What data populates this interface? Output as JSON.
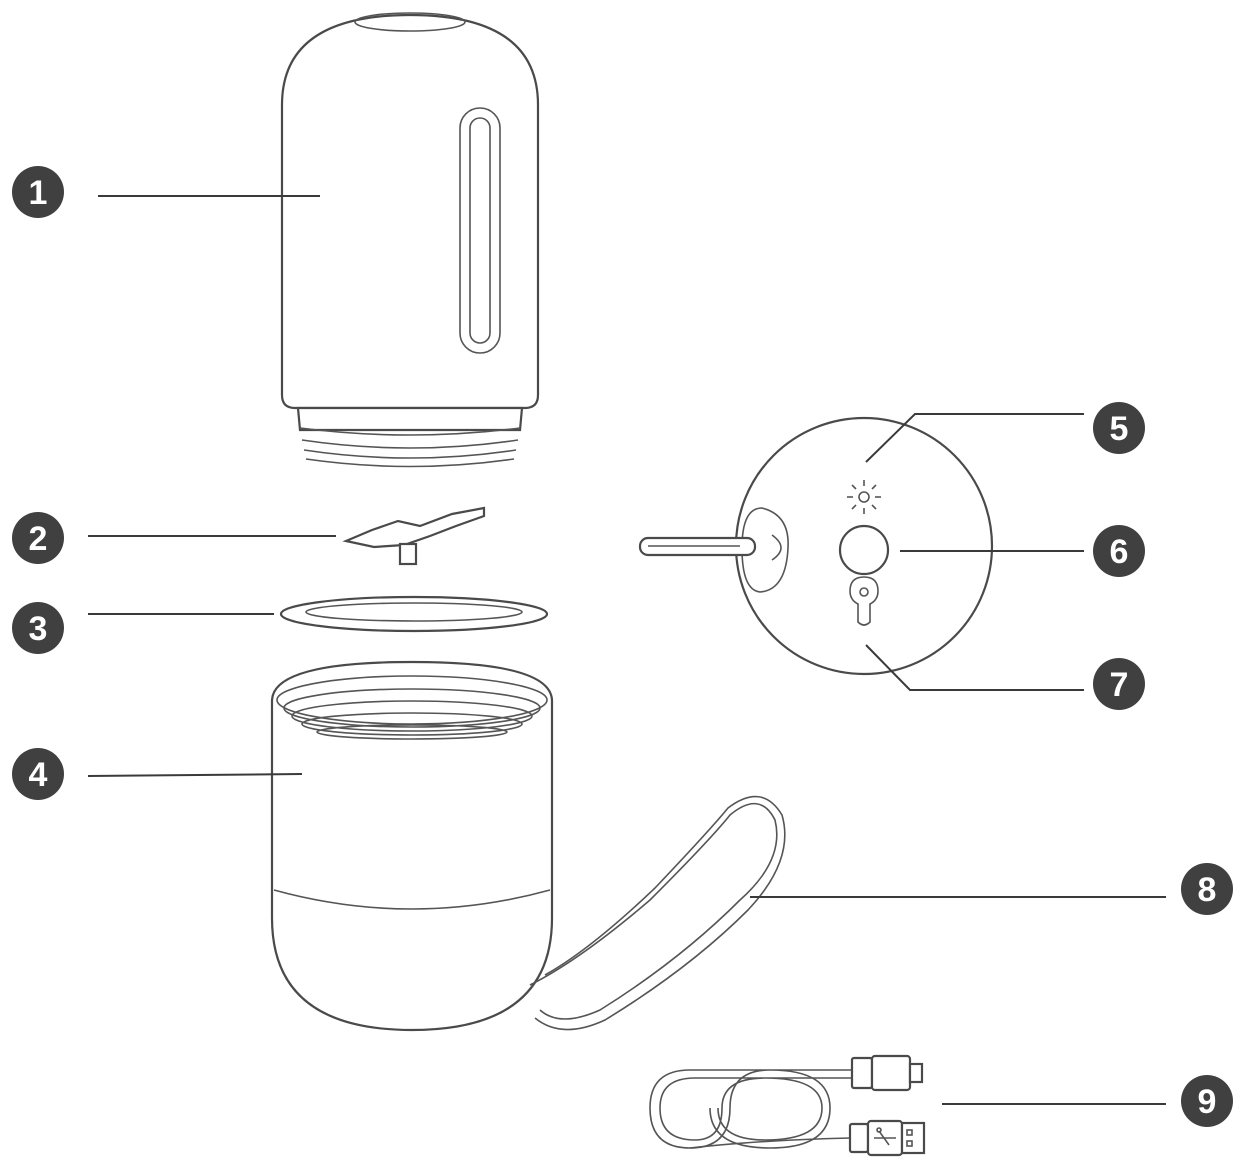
{
  "callouts": [
    {
      "id": "1",
      "label": "1",
      "part": "cup"
    },
    {
      "id": "2",
      "label": "2",
      "part": "blade"
    },
    {
      "id": "3",
      "label": "3",
      "part": "seal-ring"
    },
    {
      "id": "4",
      "label": "4",
      "part": "motor-base"
    },
    {
      "id": "5",
      "label": "5",
      "part": "indicator-light"
    },
    {
      "id": "6",
      "label": "6",
      "part": "power-button"
    },
    {
      "id": "7",
      "label": "7",
      "part": "charging-port"
    },
    {
      "id": "8",
      "label": "8",
      "part": "lanyard"
    },
    {
      "id": "9",
      "label": "9",
      "part": "usb-cable"
    }
  ],
  "colors": {
    "badge": "#404040",
    "line": "#4a4a4a",
    "background": "#ffffff"
  }
}
